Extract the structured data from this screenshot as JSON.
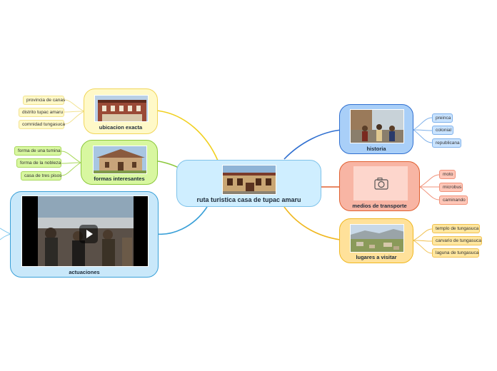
{
  "central": {
    "label": "ruta turistica casa de tupac amaru"
  },
  "branches": {
    "ubicacion": {
      "label": "ubicacion exacta",
      "leaves": [
        "provincia de canas",
        "distrito tupac amaru",
        "comnidad tungasuca"
      ]
    },
    "formas": {
      "label": "formas interesantes",
      "leaves": [
        "forma de una tumina",
        "forma de la nobleza",
        "casa de tres pisos"
      ]
    },
    "actuaciones": {
      "label": "actuaciones"
    },
    "historia": {
      "label": "historia",
      "leaves": [
        "preinca",
        "colonial",
        "republicana"
      ]
    },
    "medios": {
      "label": "medios de transporte",
      "icon": "camera-icon",
      "leaves": [
        "moto",
        "microbus",
        "caminando"
      ]
    },
    "lugares": {
      "label": "lugares a visitar",
      "leaves": [
        "templo de tungasuca",
        "carvario de tungasuca",
        "laguna de tungasuca"
      ]
    }
  },
  "colors": {
    "yellow": "#fff9c8",
    "green": "#d8f7a0",
    "blue": "#c9e3ff",
    "red": "#ffc7b8",
    "gold": "#ffe7a0",
    "central": "#cfeeff"
  }
}
